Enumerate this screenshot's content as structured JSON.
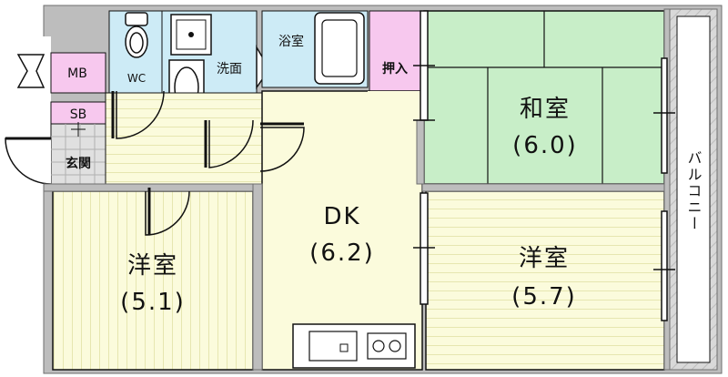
{
  "rooms": {
    "mb": "MB",
    "wc": "WC",
    "sb": "SB",
    "genkan": "玄関",
    "senmen": "洗面",
    "yokushitsu": "浴室",
    "oshiire": "押入",
    "washitsu_name": "和室",
    "washitsu_size": "(6.0)",
    "dk_name": "DK",
    "dk_size": "(6.2)",
    "yoshitsu_left_name": "洋室",
    "yoshitsu_left_size": "(5.1)",
    "yoshitsu_right_name": "洋室",
    "yoshitsu_right_size": "(5.7)",
    "balcony": "バルコニー"
  },
  "colors": {
    "wall": "#6e6e6e",
    "wall_light": "#bdbdbd",
    "floor_wood": "#fbfbdc",
    "floor_wood_line": "#e6e6b0",
    "tatami": "#c8eec8",
    "tatami_line": "#111111",
    "water": "#cdebf6",
    "storage": "#f7c8ee",
    "balcony": "#d9d9d9",
    "line": "#111111"
  }
}
